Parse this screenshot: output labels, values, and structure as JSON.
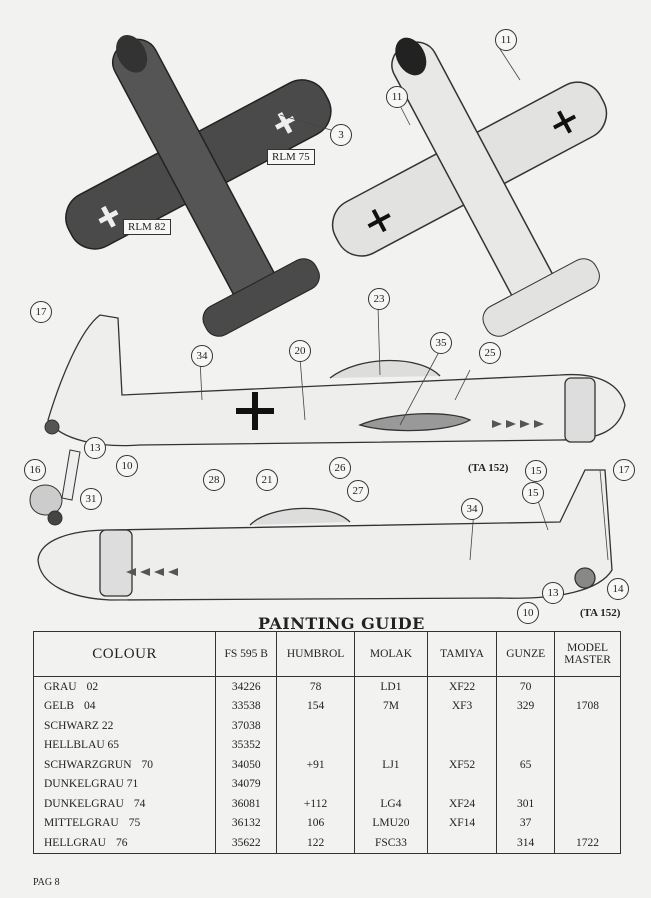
{
  "drawing_labels": {
    "rlm75": "RLM 75",
    "rlm82": "RLM 82",
    "ta152_a": "(TA 152)",
    "ta152_b": "(TA 152)"
  },
  "callouts": [
    "3",
    "11",
    "11",
    "17",
    "34",
    "20",
    "23",
    "35",
    "25",
    "13",
    "10",
    "16",
    "31",
    "28",
    "21",
    "26",
    "27",
    "15",
    "15",
    "17",
    "34",
    "13",
    "14",
    "10"
  ],
  "painting_guide": {
    "title": "PAINTING GUIDE",
    "headers": {
      "colour": "COLOUR",
      "fs": "FS 595 B",
      "humbrol": "HUMBROL",
      "molak": "MOLAK",
      "tamiya": "TAMIYA",
      "gunze": "GUNZE",
      "model_master": "MODEL MASTER"
    },
    "rows": [
      {
        "name": "GRAU",
        "code": "02",
        "fs": "34226",
        "humbrol": "78",
        "molak": "LD1",
        "tamiya": "XF22",
        "gunze": "70",
        "model_master": ""
      },
      {
        "name": "GELB",
        "code": "04",
        "fs": "33538",
        "humbrol": "154",
        "molak": "7M",
        "tamiya": "XF3",
        "gunze": "329",
        "model_master": "1708"
      },
      {
        "name": "SCHWARZ 22",
        "code": "",
        "fs": "37038",
        "humbrol": "",
        "molak": "",
        "tamiya": "",
        "gunze": "",
        "model_master": ""
      },
      {
        "name": "HELLBLAU 65",
        "code": "",
        "fs": "35352",
        "humbrol": "",
        "molak": "",
        "tamiya": "",
        "gunze": "",
        "model_master": ""
      },
      {
        "name": "SCHWARZGRUN",
        "code": "70",
        "fs": "34050",
        "humbrol": "+91",
        "molak": "LJ1",
        "tamiya": "XF52",
        "gunze": "65",
        "model_master": ""
      },
      {
        "name": "DUNKELGRAU 71",
        "code": "",
        "fs": "34079",
        "humbrol": "",
        "molak": "",
        "tamiya": "",
        "gunze": "",
        "model_master": ""
      },
      {
        "name": "DUNKELGRAU",
        "code": "74",
        "fs": "36081",
        "humbrol": "+112",
        "molak": "LG4",
        "tamiya": "XF24",
        "gunze": "301",
        "model_master": ""
      },
      {
        "name": "MITTELGRAU",
        "code": "75",
        "fs": "36132",
        "humbrol": "106",
        "molak": "LMU20",
        "tamiya": "XF14",
        "gunze": "37",
        "model_master": ""
      },
      {
        "name": "HELLGRAU",
        "code": "76",
        "fs": "35622",
        "humbrol": "122",
        "molak": "FSC33",
        "tamiya": "",
        "gunze": "314",
        "model_master": "1722"
      }
    ]
  },
  "footer": {
    "page": "PAG 8"
  }
}
